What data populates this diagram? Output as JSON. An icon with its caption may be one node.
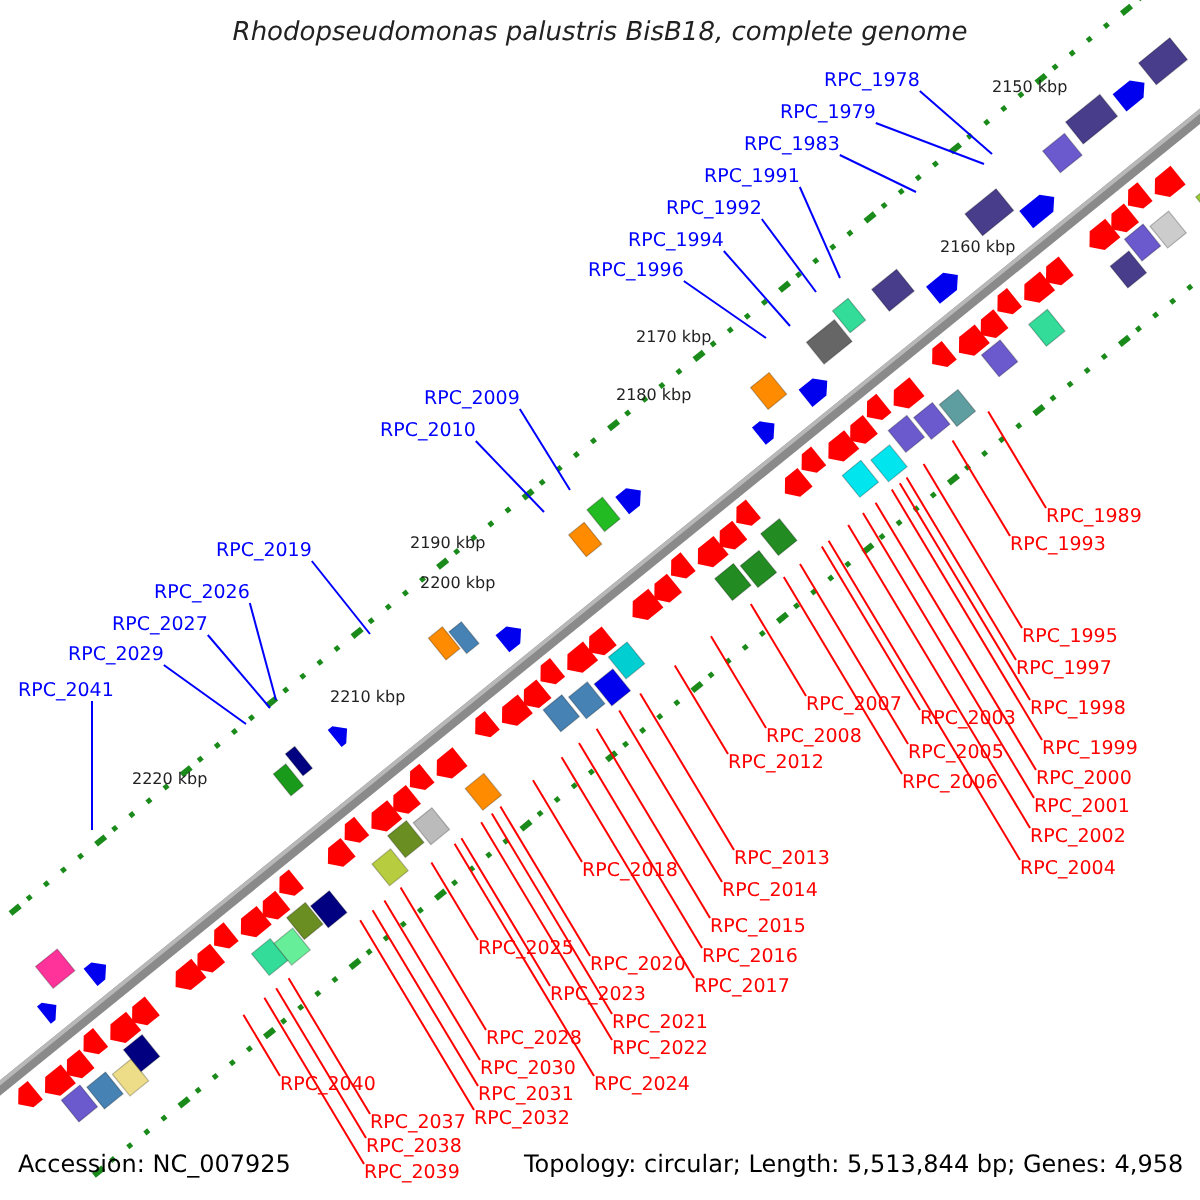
{
  "diagram": {
    "title": "Rhodopseudomonas palustris BisB18, complete genome",
    "nodes": [
      {
        "text": [
          "RPC_1978"
        ]
      },
      {
        "text": [
          "RPC_1979"
        ]
      },
      {
        "text": [
          "RPC_1983"
        ]
      },
      {
        "text": [
          "RPC_1991"
        ]
      },
      {
        "text": [
          "RPC_1992"
        ]
      },
      {
        "text": [
          "RPC_1994"
        ]
      },
      {
        "text": [
          "RPC_1996"
        ]
      },
      {
        "text": [
          "RPC_2009"
        ]
      },
      {
        "text": [
          "RPC_2010"
        ]
      },
      {
        "text": [
          "RPC_2019"
        ]
      },
      {
        "text": [
          "RPC_2026"
        ]
      },
      {
        "text": [
          "RPC_2027"
        ]
      },
      {
        "text": [
          "RPC_2029"
        ]
      },
      {
        "text": [
          "RPC_2041"
        ]
      },
      {
        "text": [
          "RPC_1989"
        ]
      },
      {
        "text": [
          "RPC_1993"
        ]
      },
      {
        "text": [
          "RPC_1995"
        ]
      },
      {
        "text": [
          "RPC_1997"
        ]
      },
      {
        "text": [
          "RPC_1998"
        ]
      },
      {
        "text": [
          "RPC_1999"
        ]
      },
      {
        "text": [
          "RPC_2000"
        ]
      },
      {
        "text": [
          "RPC_2001"
        ]
      },
      {
        "text": [
          "RPC_2002"
        ]
      },
      {
        "text": [
          "RPC_2004"
        ]
      },
      {
        "text": [
          "RPC_2003"
        ]
      },
      {
        "text": [
          "RPC_2005"
        ]
      },
      {
        "text": [
          "RPC_2006"
        ]
      },
      {
        "text": [
          "RPC_2007"
        ]
      },
      {
        "text": [
          "RPC_2008"
        ]
      },
      {
        "text": [
          "RPC_2012"
        ]
      },
      {
        "text": [
          "RPC_2013"
        ]
      },
      {
        "text": [
          "RPC_2014"
        ]
      },
      {
        "text": [
          "RPC_2015"
        ]
      },
      {
        "text": [
          "RPC_2016"
        ]
      },
      {
        "text": [
          "RPC_2017"
        ]
      },
      {
        "text": [
          "RPC_2018"
        ]
      },
      {
        "text": [
          "RPC_2020"
        ]
      },
      {
        "text": [
          "RPC_2021"
        ]
      },
      {
        "text": [
          "RPC_2022"
        ]
      },
      {
        "text": [
          "RPC_2023"
        ]
      },
      {
        "text": [
          "RPC_2024"
        ]
      },
      {
        "text": [
          "RPC_2025"
        ]
      },
      {
        "text": [
          "RPC_2028"
        ]
      },
      {
        "text": [
          "RPC_2030"
        ]
      },
      {
        "text": [
          "RPC_2031"
        ]
      },
      {
        "text": [
          "RPC_2032"
        ]
      },
      {
        "text": [
          "RPC_2037"
        ]
      },
      {
        "text": [
          "RPC_2038"
        ]
      },
      {
        "text": [
          "RPC_2039"
        ]
      },
      {
        "text": [
          "RPC_2040"
        ]
      }
    ],
    "edges": [
      {
        "from": 0,
        "to": null,
        "arrow": "none",
        "color": "#0000ff"
      },
      {
        "from": 1,
        "to": null,
        "arrow": "none",
        "color": "#0000ff"
      },
      {
        "from": 2,
        "to": null,
        "arrow": "none",
        "color": "#0000ff"
      },
      {
        "from": 3,
        "to": null,
        "arrow": "none",
        "color": "#0000ff"
      },
      {
        "from": 4,
        "to": null,
        "arrow": "none",
        "color": "#0000ff"
      },
      {
        "from": 5,
        "to": null,
        "arrow": "none",
        "color": "#0000ff"
      },
      {
        "from": 6,
        "to": null,
        "arrow": "none",
        "color": "#0000ff"
      },
      {
        "from": 7,
        "to": null,
        "arrow": "none",
        "color": "#0000ff"
      },
      {
        "from": 8,
        "to": null,
        "arrow": "none",
        "color": "#0000ff"
      },
      {
        "from": 9,
        "to": null,
        "arrow": "none",
        "color": "#0000ff"
      },
      {
        "from": 10,
        "to": null,
        "arrow": "none",
        "color": "#0000ff"
      },
      {
        "from": 11,
        "to": null,
        "arrow": "none",
        "color": "#0000ff"
      },
      {
        "from": 12,
        "to": null,
        "arrow": "none",
        "color": "#0000ff"
      },
      {
        "from": 13,
        "to": null,
        "arrow": "none",
        "color": "#0000ff"
      },
      {
        "from": 14,
        "to": null,
        "arrow": "none"
      },
      {
        "from": 15,
        "to": null,
        "arrow": "none"
      },
      {
        "from": 16,
        "to": null,
        "arrow": "none"
      },
      {
        "from": 17,
        "to": null,
        "arrow": "none"
      },
      {
        "from": 18,
        "to": null,
        "arrow": "none"
      },
      {
        "from": 19,
        "to": null,
        "arrow": "none"
      },
      {
        "from": 20,
        "to": null,
        "arrow": "none"
      },
      {
        "from": 21,
        "to": null,
        "arrow": "none"
      },
      {
        "from": 22,
        "to": null,
        "arrow": "none"
      },
      {
        "from": 23,
        "to": null,
        "arrow": "none"
      },
      {
        "from": 24,
        "to": null,
        "arrow": "none"
      },
      {
        "from": 25,
        "to": null,
        "arrow": "none"
      },
      {
        "from": 26,
        "to": null,
        "arrow": "none"
      },
      {
        "from": 27,
        "to": null,
        "arrow": "none"
      },
      {
        "from": 28,
        "to": null,
        "arrow": "none"
      },
      {
        "from": 29,
        "to": null,
        "arrow": "none"
      },
      {
        "from": 30,
        "to": null,
        "arrow": "none"
      },
      {
        "from": 31,
        "to": null,
        "arrow": "none"
      },
      {
        "from": 32,
        "to": null,
        "arrow": "none"
      },
      {
        "from": 33,
        "to": null,
        "arrow": "none"
      },
      {
        "from": 34,
        "to": null,
        "arrow": "none"
      },
      {
        "from": 35,
        "to": null,
        "arrow": "none"
      },
      {
        "from": 36,
        "to": null,
        "arrow": "none"
      },
      {
        "from": 37,
        "to": null,
        "arrow": "none"
      },
      {
        "from": 38,
        "to": null,
        "arrow": "none"
      },
      {
        "from": 39,
        "to": null,
        "arrow": "none"
      },
      {
        "from": 40,
        "to": null,
        "arrow": "none"
      },
      {
        "from": 41,
        "to": null,
        "arrow": "none"
      },
      {
        "from": 42,
        "to": null,
        "arrow": "none"
      },
      {
        "from": 43,
        "to": null,
        "arrow": "none"
      },
      {
        "from": 44,
        "to": null,
        "arrow": "none"
      },
      {
        "from": 45,
        "to": null,
        "arrow": "none"
      },
      {
        "from": 46,
        "to": null,
        "arrow": "none"
      },
      {
        "from": 47,
        "to": null,
        "arrow": "none"
      },
      {
        "from": 48,
        "to": null,
        "arrow": "none"
      },
      {
        "from": 49,
        "to": null,
        "arrow": "none"
      }
    ],
    "labels": [
      "2150 kbp",
      "2160 kbp",
      "2170 kbp",
      "2180 kbp",
      "2190 kbp",
      "2200 kbp",
      "2210 kbp",
      "2220 kbp",
      "Accession: NC_007925",
      "Topology: circular; Length: 5,513,844 bp; Genes: 4,958"
    ]
  }
}
